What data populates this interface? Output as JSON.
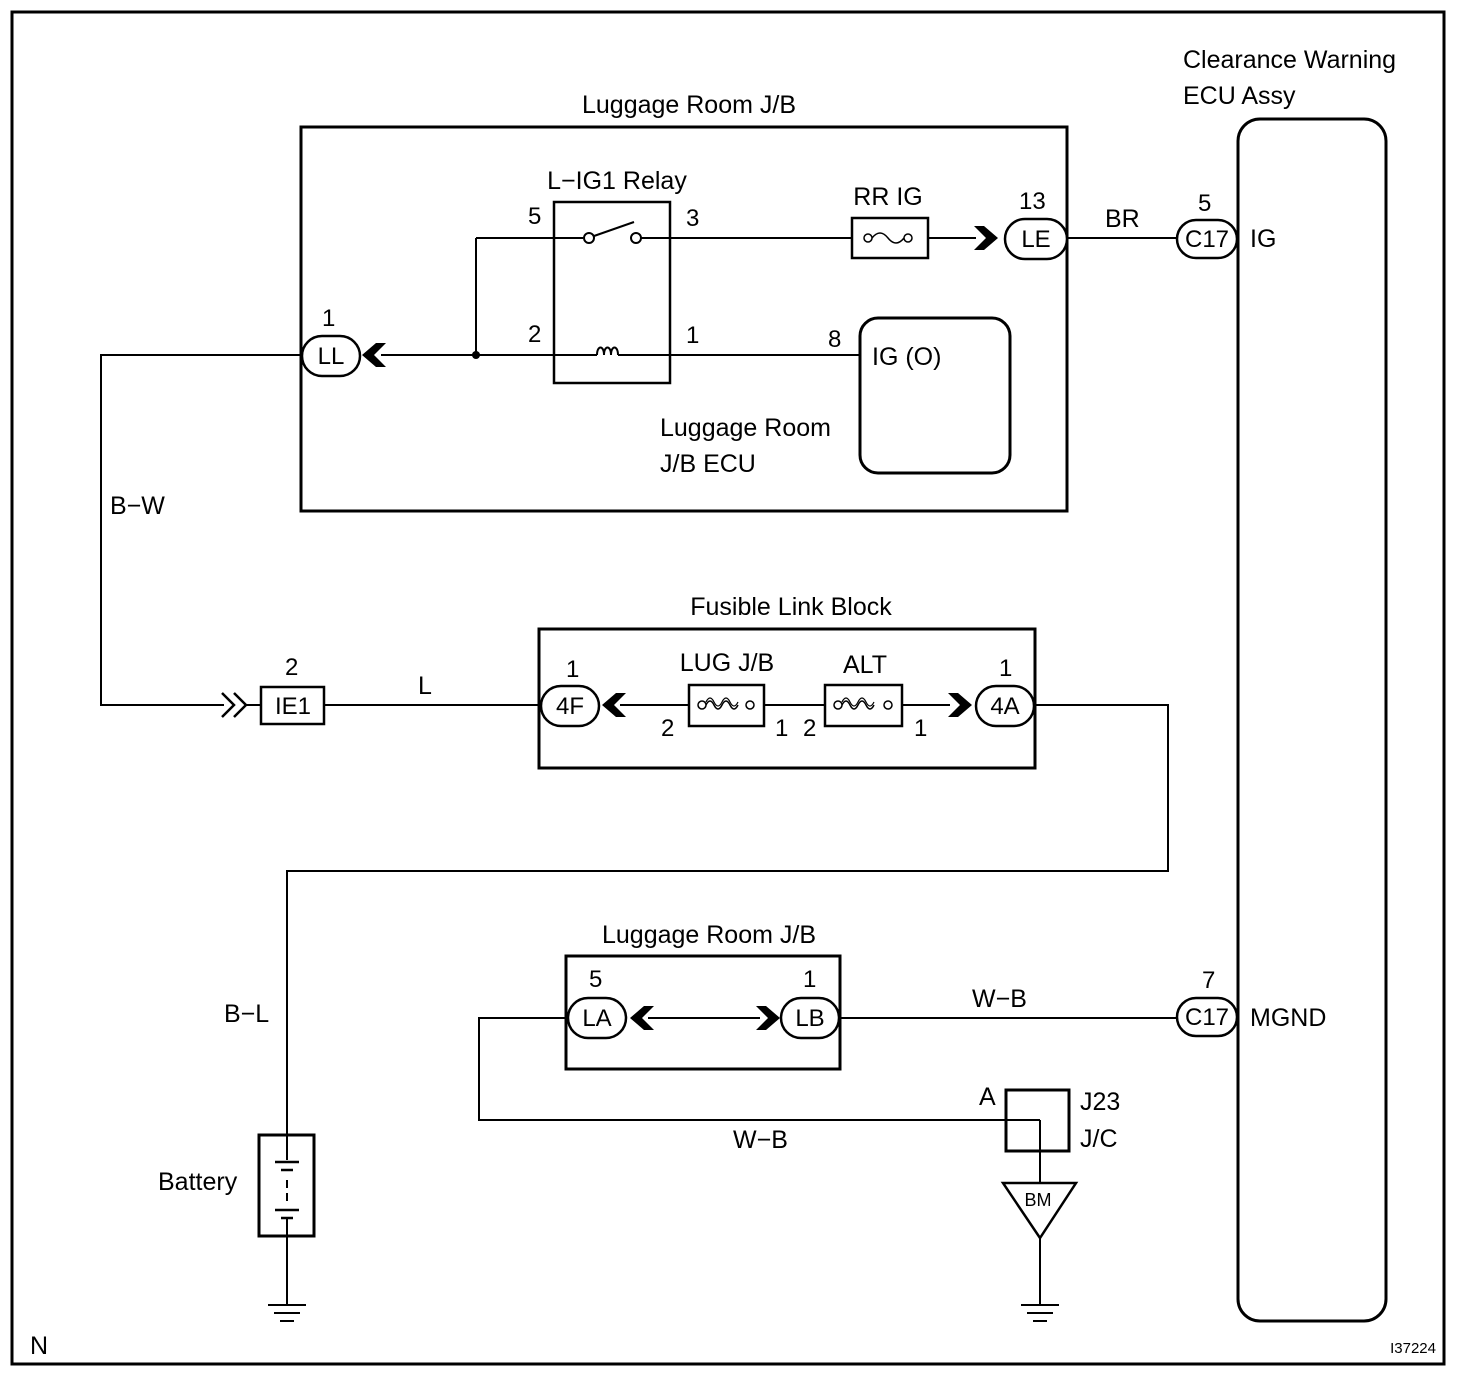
{
  "corner_left": "N",
  "corner_right": "I37224",
  "ecu": {
    "title_line1": "Clearance Warning",
    "title_line2": "ECU Assy",
    "ig_pin": "5",
    "ig_conn": "C17",
    "ig_label": "IG",
    "mgnd_pin": "7",
    "mgnd_conn": "C17",
    "mgnd_label": "MGND"
  },
  "jb_top": {
    "title": "Luggage Room J/B",
    "relay_title": "L−IG1 Relay",
    "relay_pin5": "5",
    "relay_pin3": "3",
    "relay_pin2": "2",
    "relay_pin1": "1",
    "fuse_label": "RR IG",
    "le_pin": "13",
    "le_conn": "LE",
    "ll_pin": "1",
    "ll_conn": "LL",
    "ecu_pin": "8",
    "ecu_port": "IG (O)",
    "ecu_name_line1": "Luggage Room",
    "ecu_name_line2": "J/B ECU"
  },
  "wires": {
    "br": "BR",
    "bw": "B−W",
    "l": "L",
    "bl": "B−L",
    "wb_top": "W−B",
    "wb_bottom": "W−B"
  },
  "ie1": {
    "pin": "2",
    "conn": "IE1"
  },
  "fusible": {
    "title": "Fusible Link Block",
    "f4_pin": "1",
    "f4_conn": "4F",
    "lug_label": "LUG J/B",
    "lug_left_pin": "2",
    "lug_right_pin": "1",
    "alt_label": "ALT",
    "alt_left_pin": "2",
    "alt_right_pin": "1",
    "a4_pin": "1",
    "a4_conn": "4A"
  },
  "jb_bottom": {
    "title": "Luggage Room J/B",
    "la_pin": "5",
    "la_conn": "LA",
    "lb_pin": "1",
    "lb_conn": "LB"
  },
  "junction": {
    "pin": "A",
    "name_line1": "J23",
    "name_line2": "J/C",
    "ground": "BM"
  },
  "battery": {
    "label": "Battery"
  }
}
